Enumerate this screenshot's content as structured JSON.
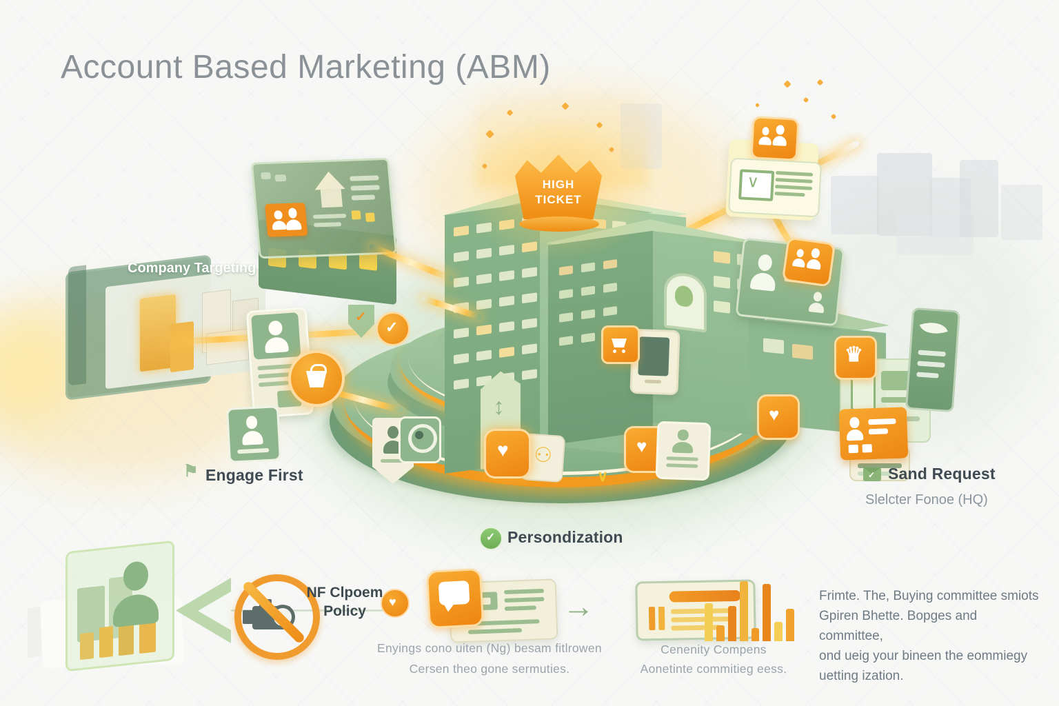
{
  "title": "Account Based Marketing (ABM)",
  "badge": {
    "line1": "HIGH",
    "line2": "TICKET"
  },
  "labels": {
    "company_targeting": "Company Targeting",
    "engage_first": "Engage First",
    "send_request": "Sand Request",
    "send_request_sub": "Slelcter Fonoe (HQ)",
    "personalization": "Persondization",
    "policy_line1": "NF Clpoem",
    "policy_line2": "Policy"
  },
  "captions": {
    "chat_line1": "Enyings cono uiten (Ng) besam fitlrowen",
    "chat_line2": "Cersen theo gone sermuties.",
    "chart_line1": "Cenenity Compens",
    "chart_line2": "Aonetinte commitieg eess.",
    "paragraph": [
      "Frimte. The, Buying committee smiots",
      "Gpiren Bhette. Bopges and committee,",
      "ond ueig your bineen the eommiegy",
      "uetting ization."
    ]
  },
  "mini_chart": {
    "type": "bar",
    "values": [
      52,
      22,
      48,
      82,
      18,
      78,
      26,
      44
    ],
    "max": 90,
    "palette": [
      "#f5ce55",
      "#efa32c",
      "#e8861d",
      "#f2b33c",
      "#ef9a26",
      "#e8861d",
      "#f5ce55",
      "#efa32c"
    ]
  },
  "colors": {
    "accent_orange": "#f09a25",
    "brand_green": "#8cb98c",
    "glow_yellow": "#ffd34d",
    "text_dark": "#3f4a52",
    "text_muted": "#8a939b"
  }
}
